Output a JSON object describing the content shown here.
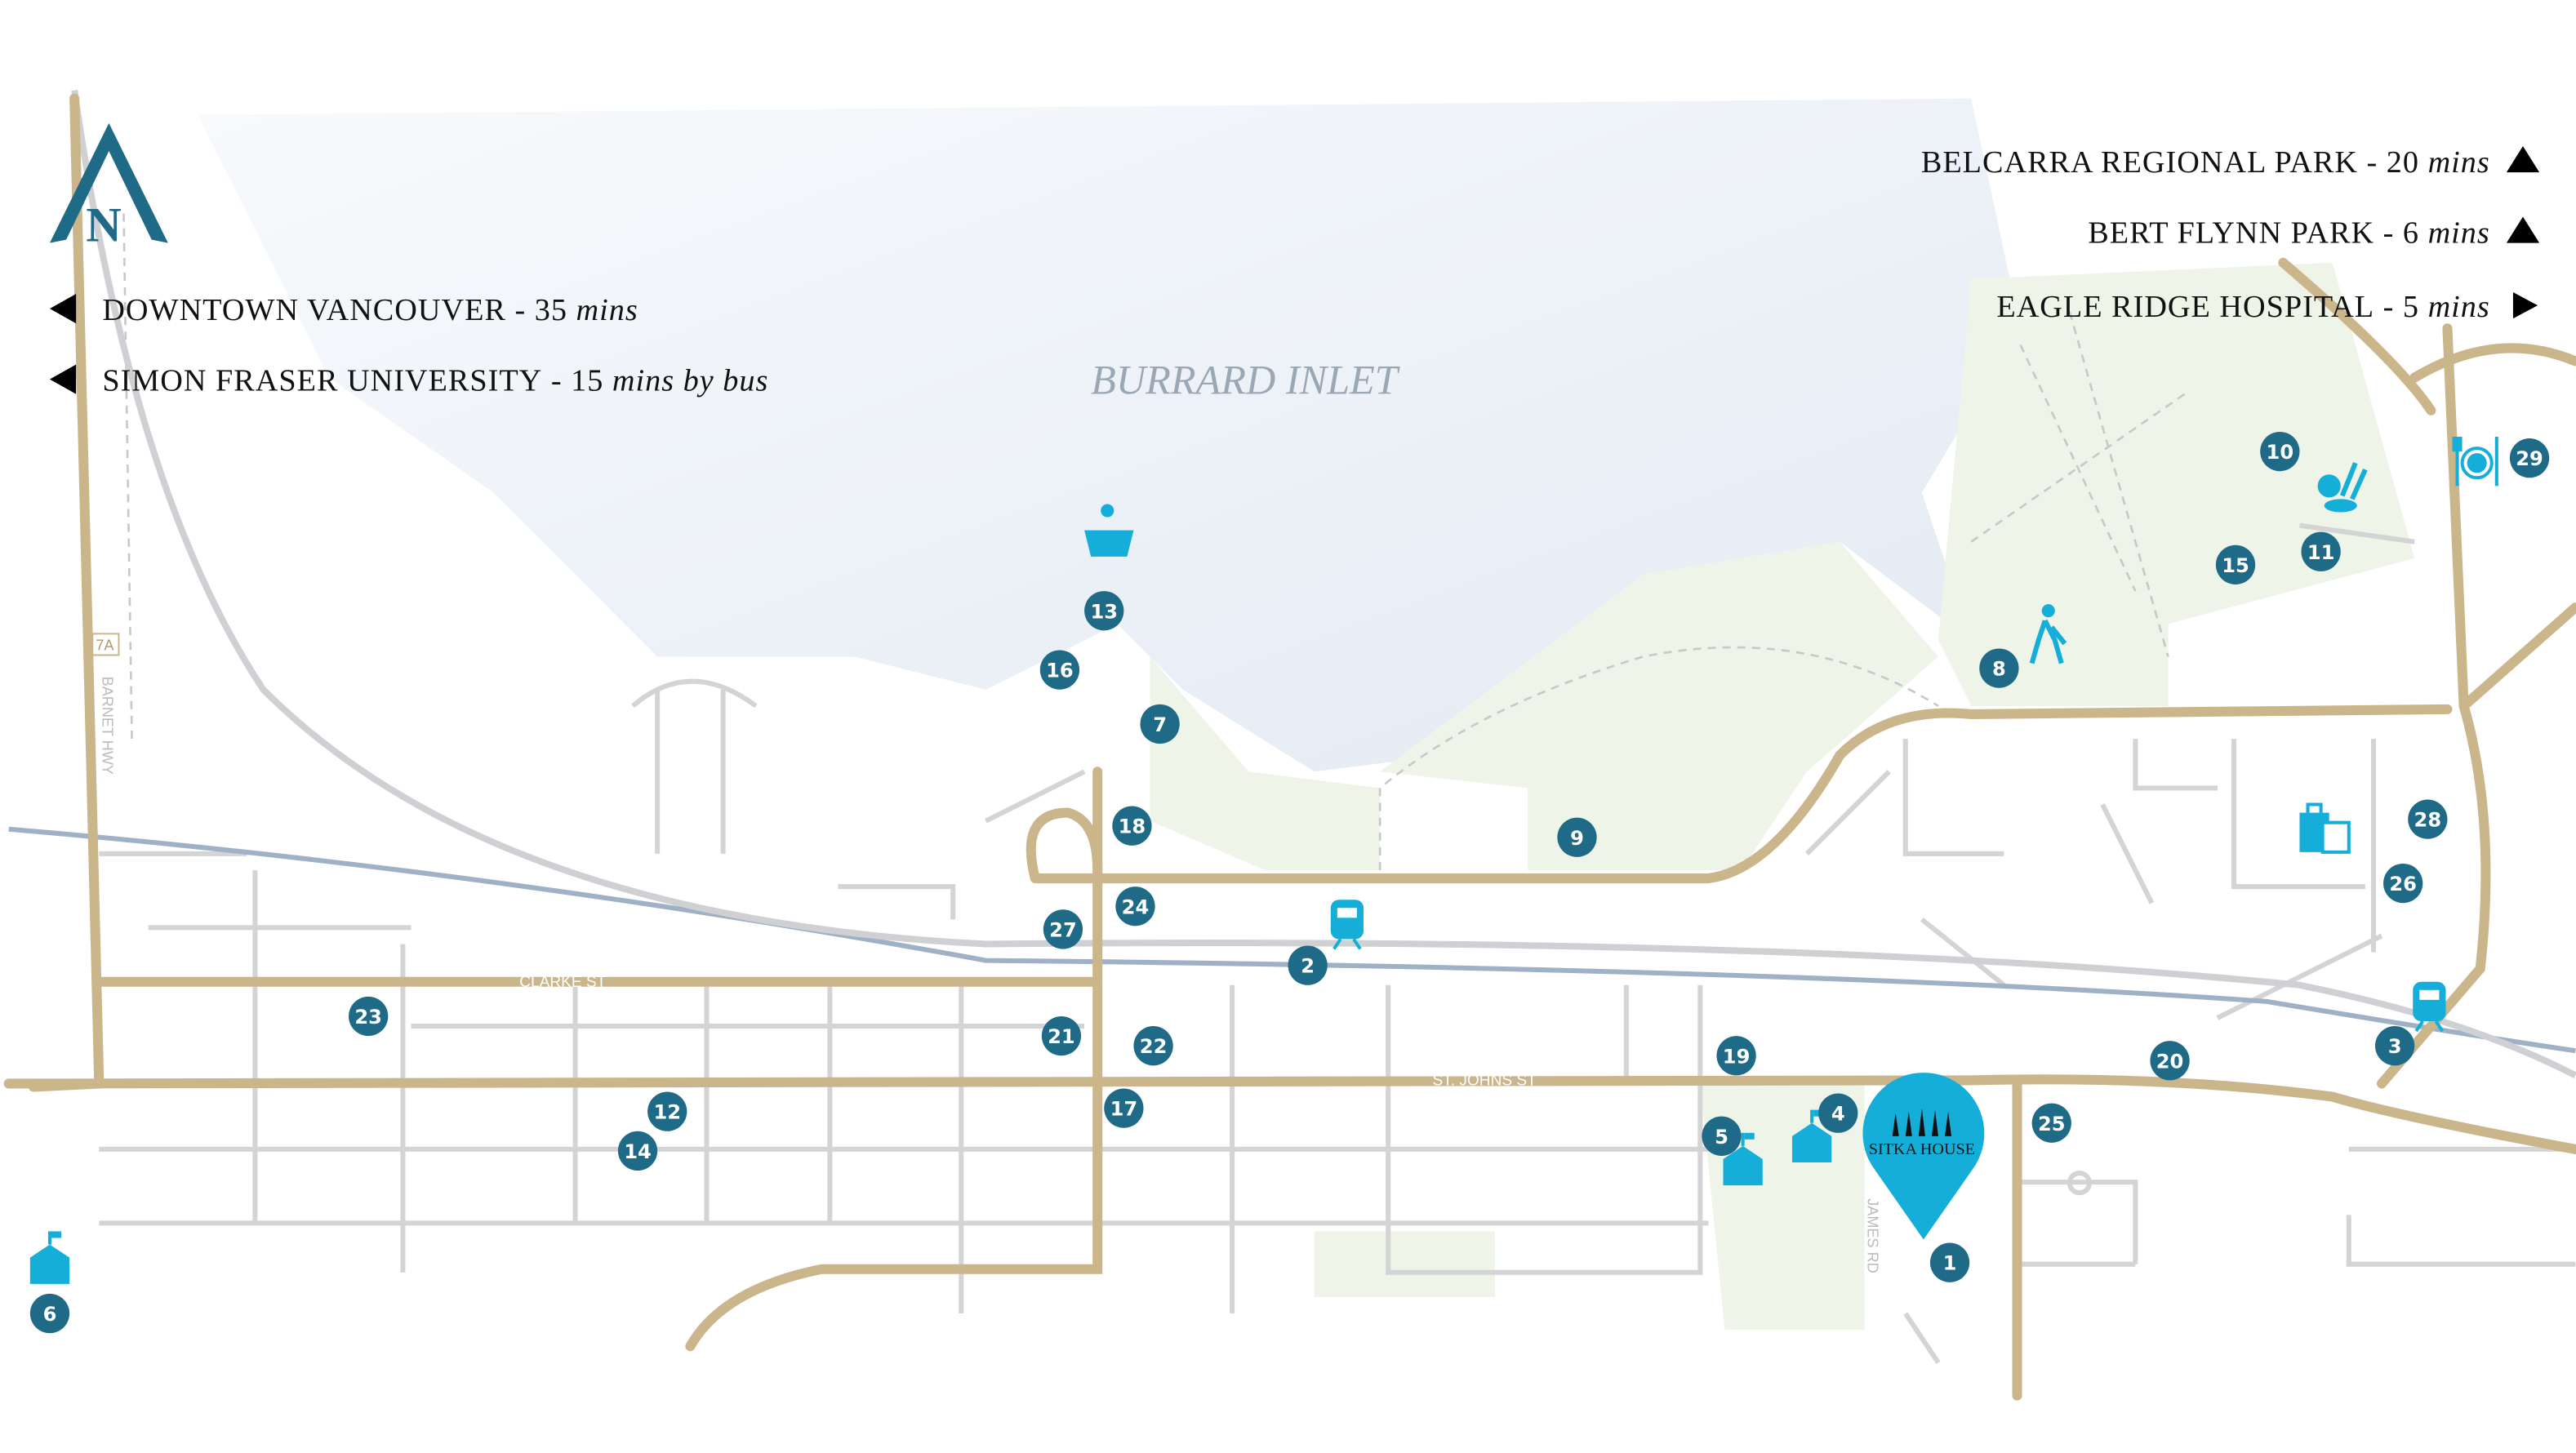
{
  "colors": {
    "water": "#e6edf5",
    "park": "#eef4e8",
    "major_road": "#cbb68c",
    "minor_road": "#d4d4d6",
    "rail": "#9fb1c6",
    "badge": "#1f6a87",
    "icon": "#14aed8",
    "text": "#111111"
  },
  "compass": {
    "letter": "N",
    "icon": "north-arrow-icon"
  },
  "destinations_left": [
    {
      "name": "DOWNTOWN VANCOUVER",
      "time": "35",
      "unit": "mins",
      "arrow": "left-triangle-icon"
    },
    {
      "name": "SIMON FRASER UNIVERSITY",
      "time": "15",
      "unit": "mins by bus",
      "arrow": "left-triangle-icon"
    }
  ],
  "destinations_right": [
    {
      "name": "BELCARRA REGIONAL PARK",
      "time": "20",
      "unit": "mins",
      "arrow": "up-triangle-icon"
    },
    {
      "name": "BERT FLYNN PARK",
      "time": "6",
      "unit": "mins",
      "arrow": "up-triangle-icon"
    },
    {
      "name": "EAGLE RIDGE HOSPITAL",
      "time": "5",
      "unit": "mins",
      "arrow": "right-triangle-icon"
    }
  ],
  "labels": {
    "water": "BURRARD INLET",
    "clarke": "CLARKE ST",
    "st_johns": "ST. JOHNS ST",
    "james": "JAMES RD",
    "barnet": "BARNET HWY",
    "route": "7A"
  },
  "pin": {
    "title": "SITKA HOUSE"
  },
  "markers": [
    "1",
    "2",
    "3",
    "4",
    "5",
    "6",
    "7",
    "8",
    "9",
    "10",
    "11",
    "12",
    "13",
    "14",
    "15",
    "16",
    "17",
    "18",
    "19",
    "20",
    "21",
    "22",
    "23",
    "24",
    "25",
    "26",
    "27",
    "28",
    "29"
  ]
}
